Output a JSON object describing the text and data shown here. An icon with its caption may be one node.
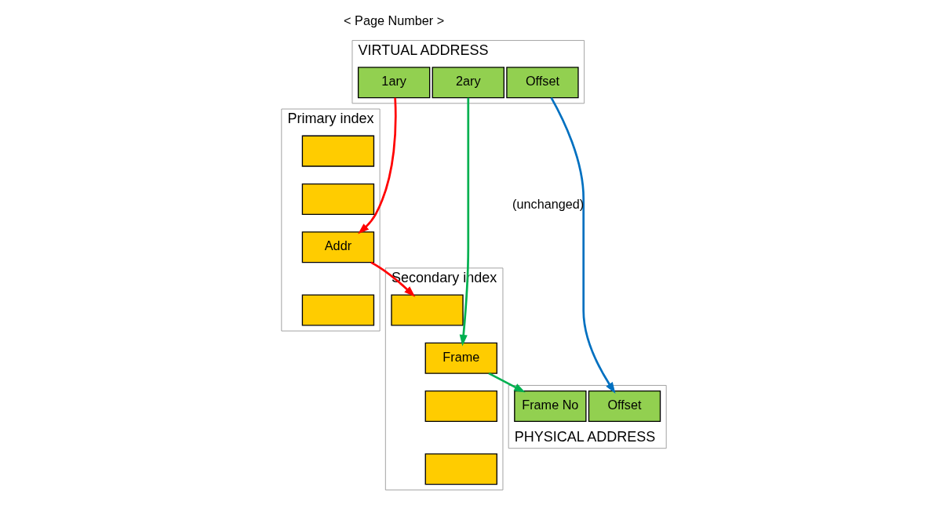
{
  "diagram": {
    "nodes": [
      {
        "text": [
          "VIRTUAL ADDRESS"
        ]
      },
      {
        "text": [
          "1ary"
        ],
        "in": 0
      },
      {
        "text": [
          "2ary"
        ],
        "in": 0
      },
      {
        "text": [
          "Offset"
        ],
        "in": 0
      },
      {
        "text": [
          "Primary index"
        ]
      },
      {
        "text": [],
        "shape": "box",
        "in": 4
      },
      {
        "text": [],
        "shape": "box",
        "in": 4
      },
      {
        "text": [
          "Addr"
        ],
        "in": 4
      },
      {
        "text": [],
        "shape": "box",
        "in": 4
      },
      {
        "text": [
          "Secondary index"
        ]
      },
      {
        "text": [],
        "shape": "box",
        "in": 9
      },
      {
        "text": [
          "Frame"
        ],
        "in": 9
      },
      {
        "text": [],
        "shape": "box",
        "in": 9
      },
      {
        "text": [],
        "shape": "box",
        "in": 9
      },
      {
        "text": [
          "PHYSICAL ADDRESS"
        ]
      },
      {
        "text": [
          "Frame No"
        ],
        "in": 14
      },
      {
        "text": [
          "Offset"
        ],
        "in": 14
      }
    ],
    "edges": [
      {
        "from": 1,
        "to": 7,
        "arrow": "to",
        "color": "#ff0000"
      },
      {
        "from": 7,
        "to": 10,
        "arrow": "to",
        "color": "#ff0000"
      },
      {
        "from": 2,
        "to": 11,
        "arrow": "to",
        "color": "#00b050"
      },
      {
        "from": 11,
        "to": 15,
        "arrow": "to",
        "color": "#00b050"
      },
      {
        "from": 3,
        "to": 16,
        "arrow": "to",
        "color": "#0070c0",
        "label": "(unchanged)"
      }
    ],
    "labels": [
      "< Page Number >"
    ]
  }
}
